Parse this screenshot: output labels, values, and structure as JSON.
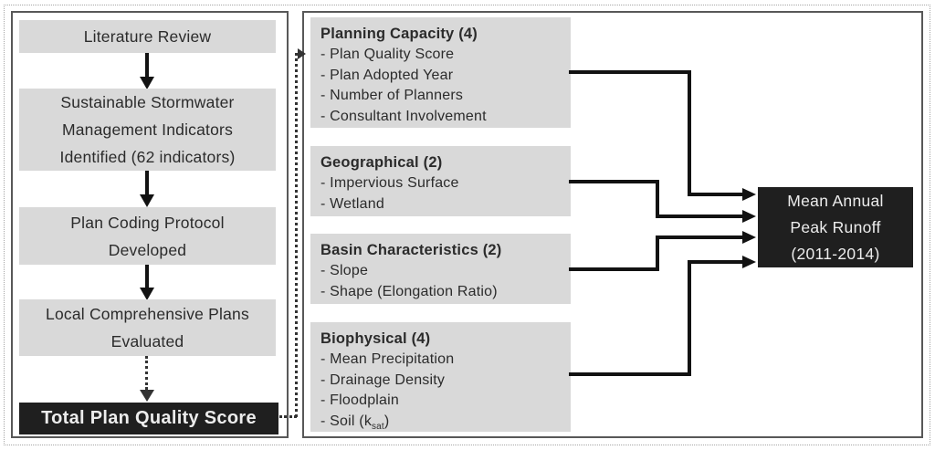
{
  "figure": {
    "left_panel": {
      "steps": [
        "Literature Review",
        "Sustainable Stormwater\nManagement Indicators\nIdentified (62 indicators)",
        "Plan Coding Protocol\nDeveloped",
        "Local Comprehensive Plans\nEvaluated"
      ],
      "final_score_label": "Total Plan Quality Score"
    },
    "right_panel": {
      "categories": [
        {
          "title": "Planning Capacity (4)",
          "items": [
            "- Plan Quality Score",
            "- Plan Adopted Year",
            "- Number of Planners",
            "- Consultant Involvement"
          ]
        },
        {
          "title": "Geographical (2)",
          "items": [
            "- Impervious Surface",
            "- Wetland"
          ]
        },
        {
          "title": "Basin Characteristics (2)",
          "items": [
            "- Slope",
            "- Shape (Elongation Ratio)"
          ]
        },
        {
          "title": "Biophysical (4)",
          "items": [
            "- Mean Precipitation",
            "- Drainage Density",
            "- Floodplain",
            {
              "pre": "- Soil (k",
              "sub": "sat",
              "post": ")"
            }
          ]
        }
      ],
      "outcome_label": "Mean Annual\nPeak Runoff\n(2011-2014)"
    },
    "colors": {
      "box_fill": "#d9d9d9",
      "dark_box_fill": "#1f1f1f",
      "dark_box_text": "#ececec",
      "text": "#2b2b2b",
      "connector": "#121212",
      "panel_border": "#585858",
      "outer_border": "#a6a6a6"
    }
  }
}
